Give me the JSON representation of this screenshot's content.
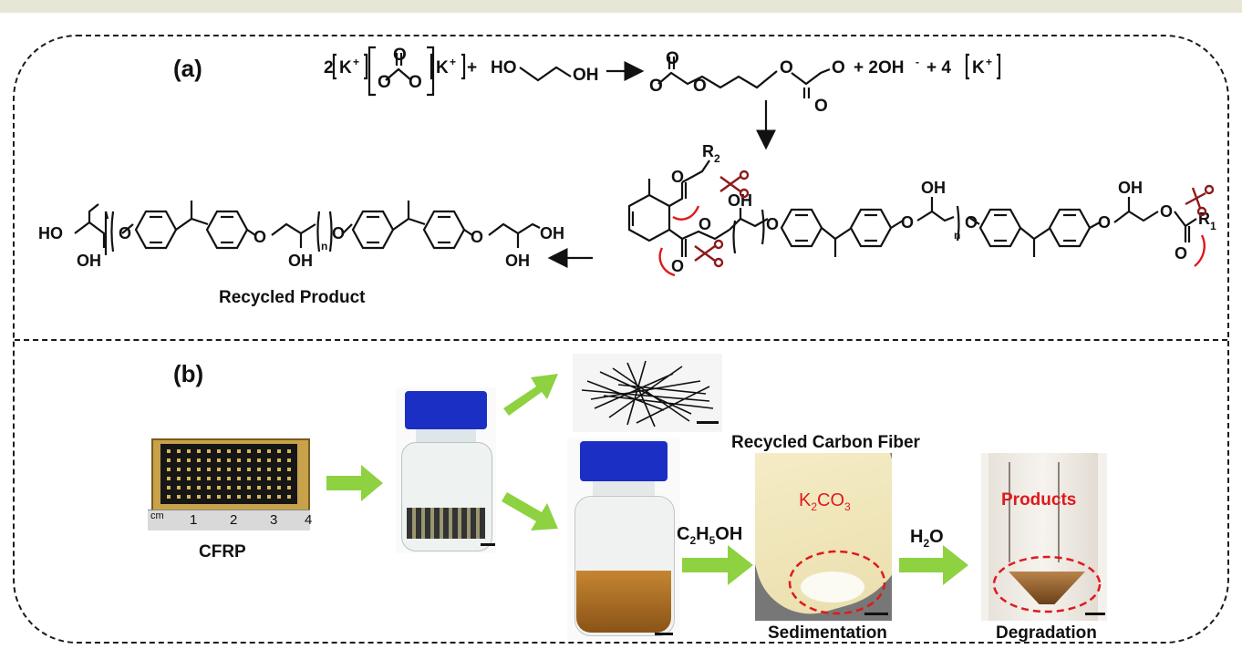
{
  "panels": {
    "a": "(a)",
    "b": "(b)"
  },
  "reaction": {
    "coef_k2co3": "2",
    "k_ion": "K",
    "plus": "+",
    "eg_ho": "HO",
    "eg_oh": "OH",
    "product_oh": "+ 2OH",
    "product_k": "+ 4",
    "o": "O"
  },
  "polymer": {
    "r1": "R",
    "r1_sub": "1",
    "r2": "R",
    "r2_sub": "2",
    "oh": "OH",
    "ho": "HO",
    "n": "n",
    "o": "O"
  },
  "captions": {
    "recycled_product": "Recycled Product",
    "recycled_carbon_fiber": "Recycled Carbon Fiber",
    "cfrp": "CFRP",
    "sedimentation": "Sedimentation",
    "degradation": "Degradation",
    "k2co3_main": "K",
    "k2co3_sub": "2",
    "k2co3_end": "CO",
    "k2co3_sub2": "3",
    "products": "Products",
    "ethanol_1": "C",
    "ethanol_2": "2",
    "ethanol_3": "H",
    "ethanol_4": "5",
    "ethanol_5": "OH",
    "water_1": "H",
    "water_2": "2",
    "water_3": "O"
  },
  "ruler": {
    "unit": "cm",
    "ticks": [
      "1",
      "2",
      "3",
      "4"
    ]
  },
  "colors": {
    "arrow_green": "#8ed141",
    "cap_blue": "#1c2fc4",
    "red": "#e0191d",
    "bond_red": "#8b1a1a"
  }
}
